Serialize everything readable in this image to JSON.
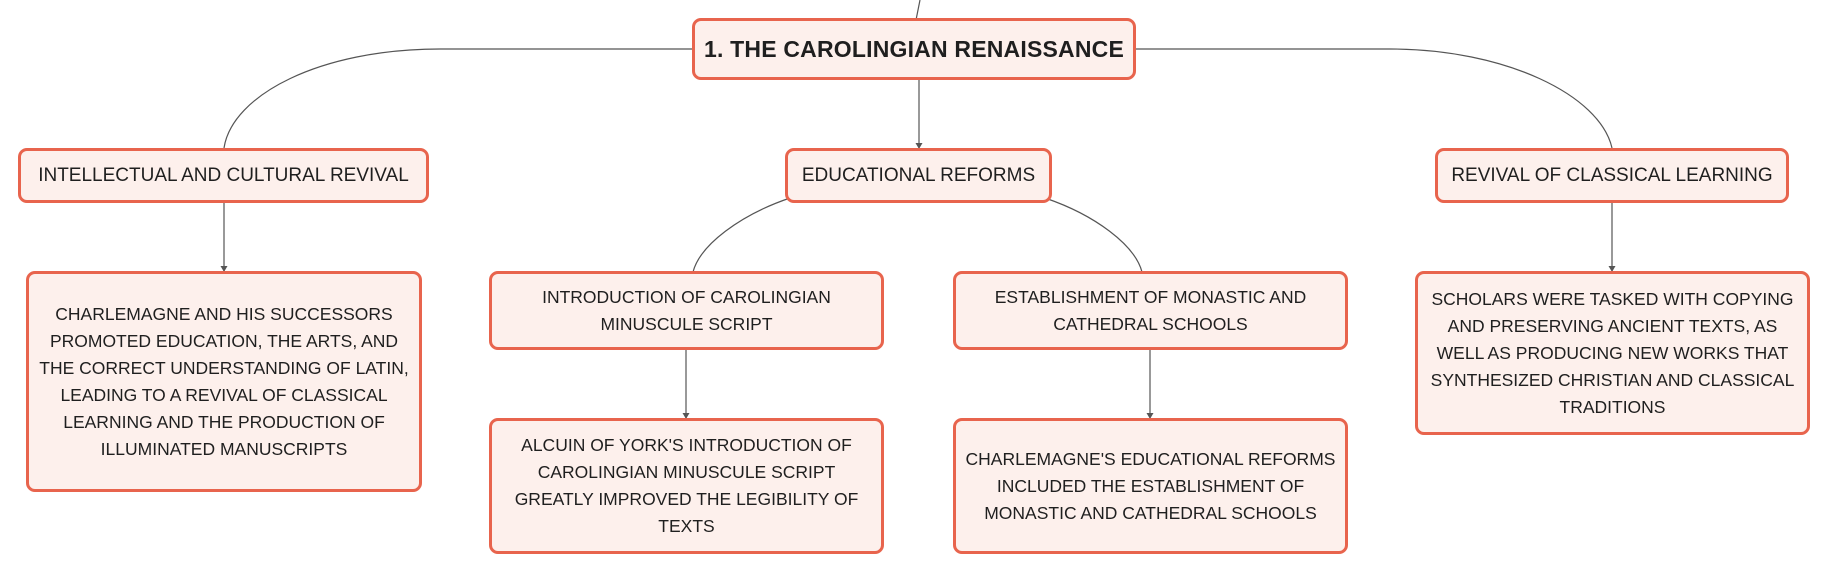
{
  "diagram": {
    "root": {
      "label": "1. THE CAROLINGIAN RENAISSANCE"
    },
    "branches": [
      {
        "label": "INTELLECTUAL AND CULTURAL REVIVAL",
        "details": [
          "CHARLEMAGNE AND HIS SUCCESSORS PROMOTED EDUCATION, THE ARTS, AND THE CORRECT UNDERSTANDING OF LATIN, LEADING TO A REVIVAL OF CLASSICAL LEARNING AND THE PRODUCTION OF ILLUMINATED MANUSCRIPTS"
        ]
      },
      {
        "label": "EDUCATIONAL REFORMS",
        "subtopics": [
          {
            "label": "INTRODUCTION OF CAROLINGIAN MINUSCULE SCRIPT",
            "detail": "ALCUIN OF YORK'S INTRODUCTION OF CAROLINGIAN MINUSCULE SCRIPT GREATLY IMPROVED THE LEGIBILITY OF TEXTS"
          },
          {
            "label": "ESTABLISHMENT OF MONASTIC AND CATHEDRAL SCHOOLS",
            "detail": "CHARLEMAGNE'S EDUCATIONAL REFORMS INCLUDED THE ESTABLISHMENT OF MONASTIC AND CATHEDRAL SCHOOLS"
          }
        ]
      },
      {
        "label": "REVIVAL OF CLASSICAL LEARNING",
        "details": [
          "SCHOLARS WERE TASKED WITH COPYING AND PRESERVING ANCIENT TEXTS, AS WELL AS PRODUCING NEW WORKS THAT SYNTHESIZED CHRISTIAN AND CLASSICAL TRADITIONS"
        ]
      }
    ],
    "colors": {
      "node_border": "#e8644d",
      "node_fill": "#fdf0ec",
      "connector": "#555555",
      "text": "#1f1f1f"
    }
  }
}
